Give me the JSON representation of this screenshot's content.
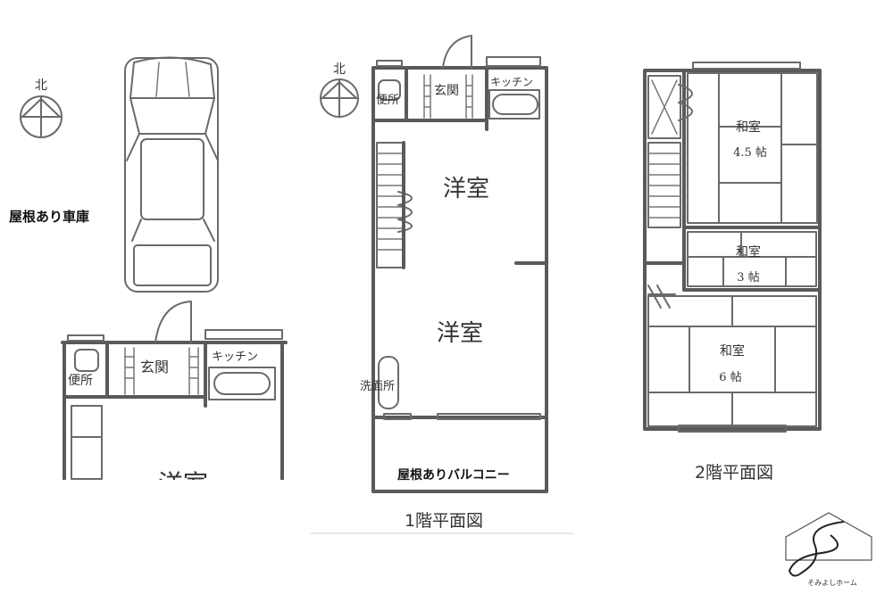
{
  "north_label": "北",
  "garage": {
    "label": "屋根あり車庫"
  },
  "floor1": {
    "title": "1階平面図",
    "rooms": {
      "toilet": "便所",
      "entrance": "玄関",
      "kitchen": "キッチン",
      "western_room_1": "洋室",
      "western_room_2": "洋室",
      "washroom": "洗面所",
      "balcony": "屋根ありバルコニー"
    }
  },
  "floor1_zoom": {
    "toilet": "便所",
    "entrance": "玄関",
    "kitchen": "キッチン",
    "western_partial": "洋室"
  },
  "floor2": {
    "title": "2階平面図",
    "rooms": {
      "japanese_1_name": "和室",
      "japanese_1_size": "4.5 帖",
      "japanese_2_name": "和室",
      "japanese_2_size": "3 帖",
      "japanese_3_name": "和室",
      "japanese_3_size": "6 帖"
    }
  },
  "logo": {
    "text": "そみよしホーム"
  }
}
